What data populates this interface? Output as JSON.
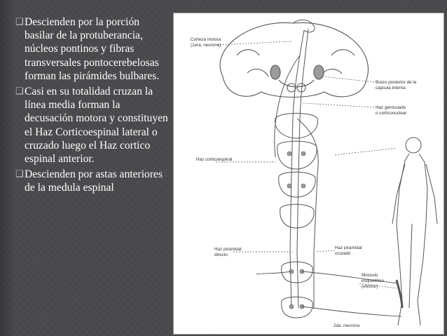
{
  "slide": {
    "bullets": [
      "Descienden por la porción basilar de la protuberancia, núcleos pontinos y fibras transversales pontocerebelosas forman las pirámides bulbares.",
      "Casi en su totalidad cruzan la línea media forman la decusación motora y constituyen el Haz Corticoespinal lateral o cruzado luego el Haz cortico espinal anterior.",
      "Descienden por astas anteriores de la medula espinal"
    ],
    "bullet_glyph": "❑"
  },
  "figure": {
    "labels": {
      "cortex_line1": "Corteza motora",
      "cortex_line2": "(1era. neurona)",
      "capsule_line1": "Brazo posterior de la",
      "capsule_line2": "cápsula interna",
      "geniculate_line1": "Haz geniculado",
      "geniculate_line2": "o corticonuclear",
      "corticospinal": "Haz corticoespinal",
      "direct_line1": "Haz piramidal",
      "direct_line2": "directo",
      "crossed_line1": "Haz piramidal",
      "crossed_line2": "cruzado",
      "muscle_line1": "Músculo",
      "muscle_line2": "esquelético",
      "muscle_line3": "(efector)",
      "second_neuron": "2da. neurona"
    },
    "colors": {
      "line": "#555555",
      "fill": "#9c9c9c"
    }
  }
}
